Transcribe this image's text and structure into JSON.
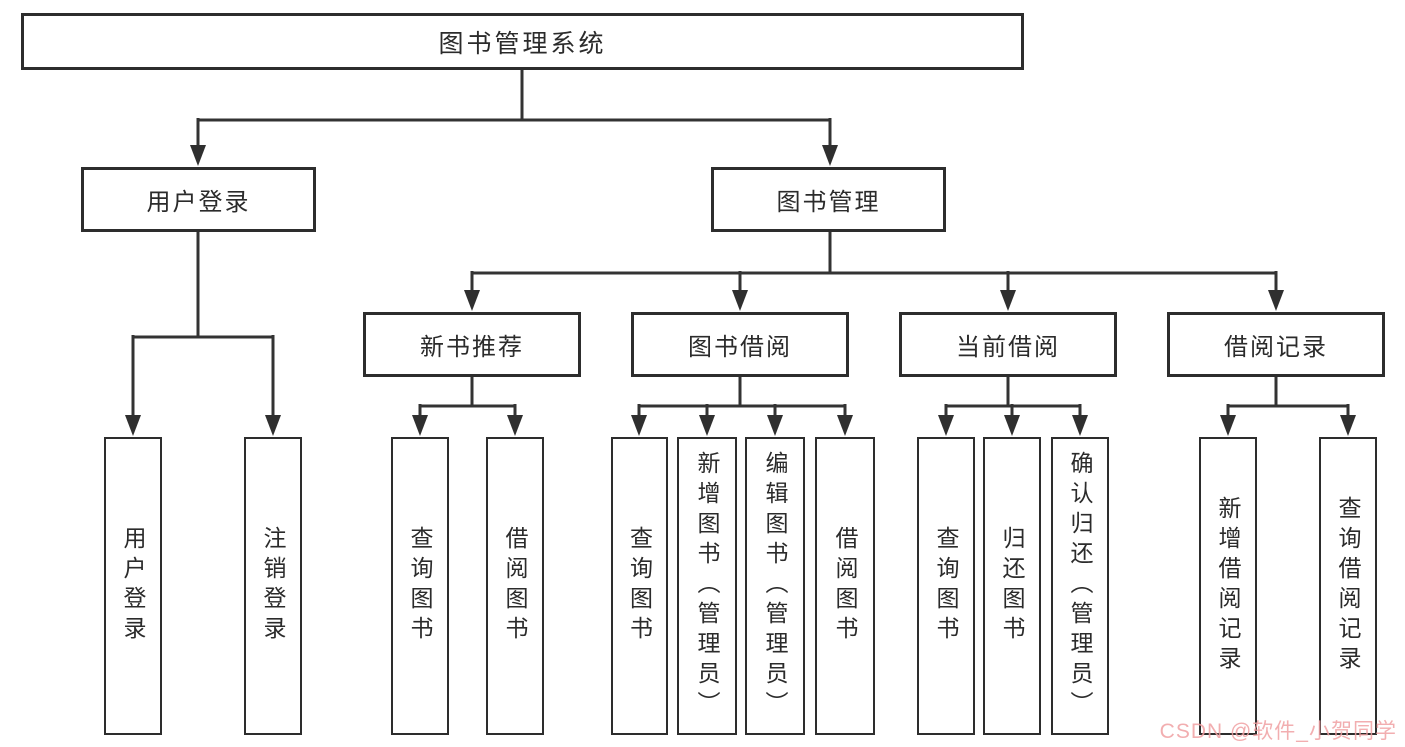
{
  "diagram": {
    "title": "图书管理系统",
    "branches": [
      {
        "label": "用户登录",
        "children": [
          {
            "label": "用户登录"
          },
          {
            "label": "注销登录"
          }
        ]
      },
      {
        "label": "图书管理",
        "children": [
          {
            "label": "新书推荐",
            "children": [
              {
                "label": "查询图书"
              },
              {
                "label": "借阅图书"
              }
            ]
          },
          {
            "label": "图书借阅",
            "children": [
              {
                "label": "查询图书"
              },
              {
                "label": "新增图书（管理员）"
              },
              {
                "label": "编辑图书（管理员）"
              },
              {
                "label": "借阅图书"
              }
            ]
          },
          {
            "label": "当前借阅",
            "children": [
              {
                "label": "查询图书"
              },
              {
                "label": "归还图书"
              },
              {
                "label": "确认归还（管理员）"
              }
            ]
          },
          {
            "label": "借阅记录",
            "children": [
              {
                "label": "新增借阅记录"
              },
              {
                "label": "查询借阅记录"
              }
            ]
          }
        ]
      }
    ],
    "watermark": "CSDN @软件_小贺同学",
    "colors": {
      "line": "#333333",
      "box_border": "#2d2d2d",
      "text": "#2b2b2b",
      "watermark": "#f0a0a2",
      "background": "#ffffff"
    }
  }
}
